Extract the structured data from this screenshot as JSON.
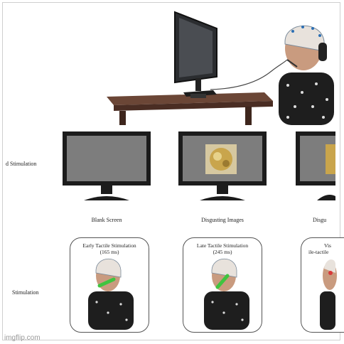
{
  "row_labels": {
    "visual": "d Stimulation",
    "tactile": "Stimulation"
  },
  "monitor_captions": [
    "Blank Screen",
    "Disgusting Images",
    "Disgu"
  ],
  "cards": [
    {
      "title_line1": "Early Tactile Stimulation",
      "title_line2": "(165 ms)"
    },
    {
      "title_line1": "Late Tactile Stimulation",
      "title_line2": "(245 ms)"
    },
    {
      "title_line1": "Vis",
      "title_line2": "ile-tactile"
    }
  ],
  "watermark": "imgflip.com",
  "colors": {
    "desk": "#5a3a2e",
    "screen": "#7d7d7d",
    "bezel": "#1c1c1c",
    "stim_green": "#3fc43f"
  }
}
